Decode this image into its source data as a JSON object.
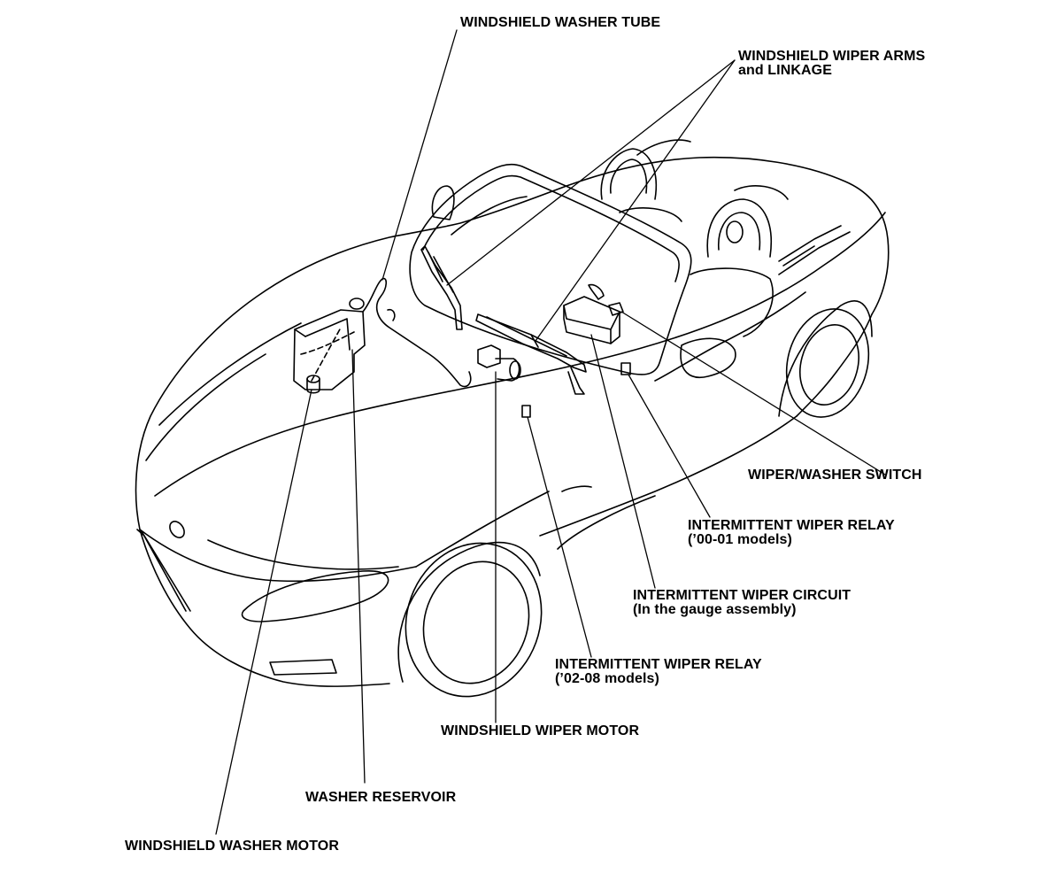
{
  "colors": {
    "ink": "#000000",
    "background": "#ffffff"
  },
  "labels": {
    "washer_tube": "WINDSHIELD WASHER TUBE",
    "wiper_arms_line1": "WINDSHIELD WIPER ARMS",
    "wiper_arms_line2": "and LINKAGE",
    "wiper_washer_switch": "WIPER/WASHER SWITCH",
    "relay_early_line1": "INTERMITTENT WIPER RELAY",
    "relay_early_line2": "(’00-01 models)",
    "circuit_line1": "INTERMITTENT WIPER CIRCUIT",
    "circuit_line2": "(In the gauge assembly)",
    "relay_late_line1": "INTERMITTENT WIPER RELAY",
    "relay_late_line2": "(’02-08 models)",
    "wiper_motor": "WINDSHIELD WIPER MOTOR",
    "washer_reservoir": "WASHER RESERVOIR",
    "washer_motor": "WINDSHIELD WASHER MOTOR"
  }
}
